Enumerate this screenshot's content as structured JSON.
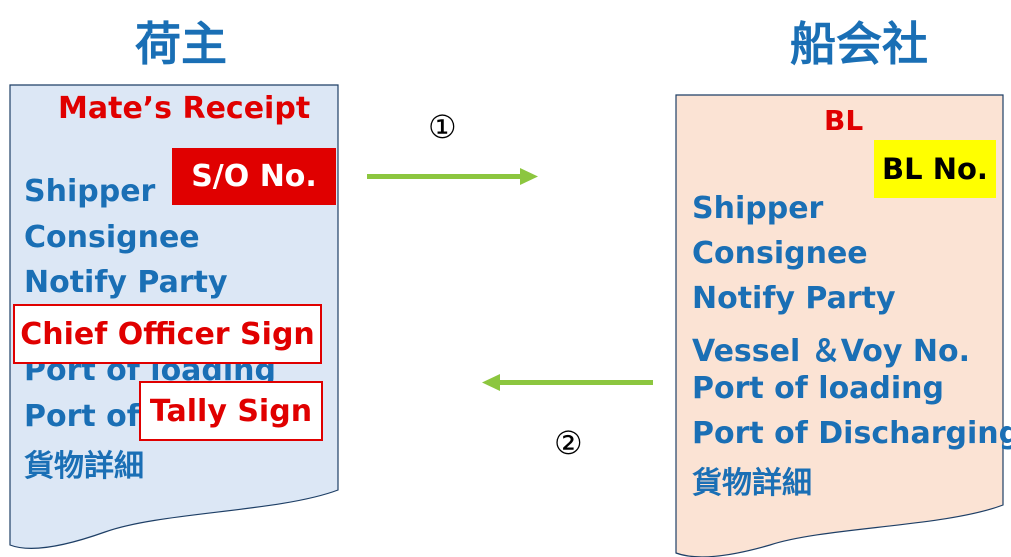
{
  "shipper_party": {
    "title": "荷主",
    "document": {
      "title": "Mate’s Receipt",
      "so_tag": "S/O No.",
      "fields": [
        "Shipper",
        "Consignee",
        "Notify Party",
        "Port of loading",
        "Port of",
        "貨物詳細"
      ],
      "chief_officer_sign": "Chief Officer Sign",
      "tally_sign": "Tally Sign"
    }
  },
  "carrier_party": {
    "title": "船会社",
    "document": {
      "title": "BL",
      "bl_tag": "BL No.",
      "fields": [
        "Shipper",
        "Consignee",
        "Notify Party",
        "Vessel ＆Voy No.",
        "Port of loading",
        "Port of Discharging",
        "貨物詳細"
      ]
    }
  },
  "flows": [
    {
      "label": "①",
      "direction": "right"
    },
    {
      "label": "②",
      "direction": "left"
    }
  ],
  "colors": {
    "title_blue": "#1a6fb5",
    "mates_receipt_fill": "#dce7f5",
    "bl_fill": "#fbe3d4",
    "red": "#e00000",
    "yellow": "#ffff00",
    "arrow_green": "#8cc63f"
  }
}
